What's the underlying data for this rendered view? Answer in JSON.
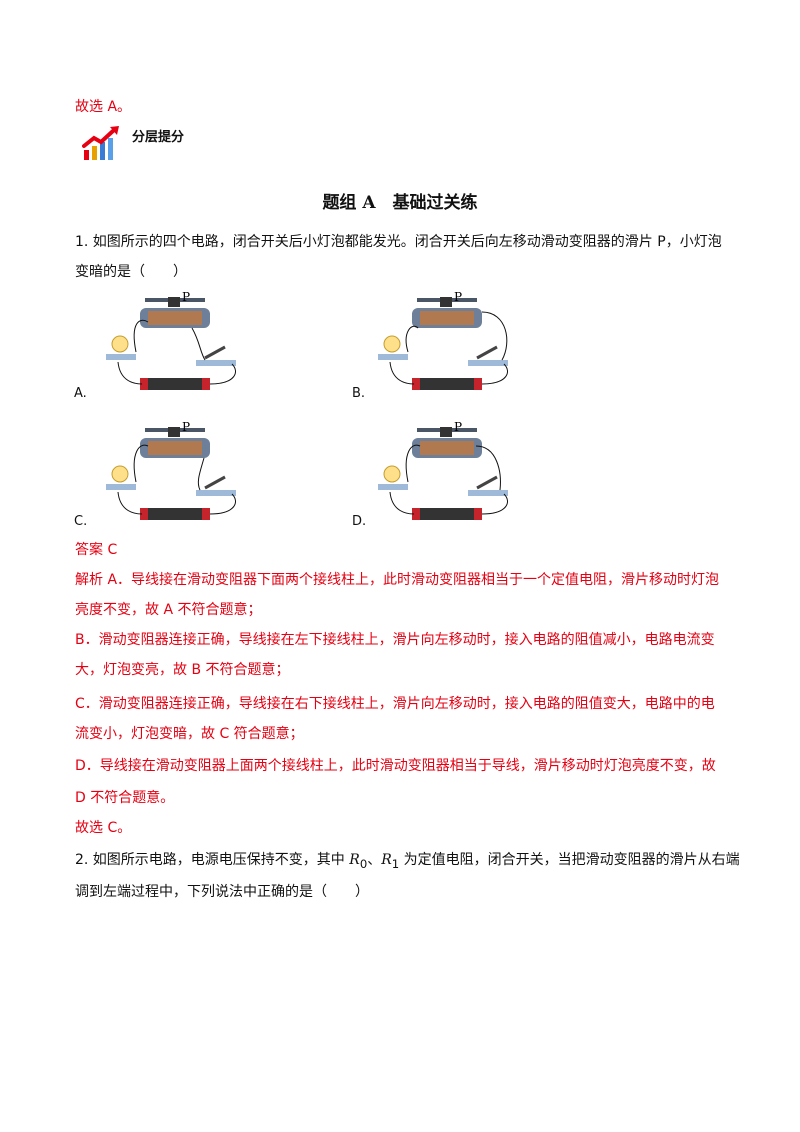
{
  "prev_answer": "故选 A。",
  "section": {
    "label": "分层提分",
    "icon": "growth-chart-icon"
  },
  "group_title": "题组 A　基础过关练",
  "q1": {
    "line1": "1. 如图所示的四个电路，闭合开关后小灯泡都能发光。闭合开关后向左移动滑动变阻器的滑片 P，小灯泡",
    "line2": "变暗的是（　　）",
    "slider_label": "P",
    "options": [
      "A.",
      "B.",
      "C.",
      "D."
    ],
    "answer": "答案  C",
    "analysis": [
      "解析 A．导线接在滑动变阻器下面两个接线柱上，此时滑动变阻器相当于一个定值电阻，滑片移动时灯泡",
      "亮度不变，故 A 不符合题意；",
      "B．滑动变阻器连接正确，导线接在左下接线柱上，滑片向左移动时，接入电路的阻值减小，电路电流变",
      "大，灯泡变亮，故 B 不符合题意；",
      "C．滑动变阻器连接正确，导线接在右下接线柱上，滑片向左移动时，接入电路的阻值变大，电路中的电",
      "流变小，灯泡变暗，故 C 符合题意；",
      "D．导线接在滑动变阻器上面两个接线柱上，此时滑动变阻器相当于导线，滑片移动时灯泡亮度不变，故",
      "D 不符合题意。"
    ],
    "conclusion": "故选 C。"
  },
  "q2": {
    "prefix": "2. 如图所示电路，电源电压保持不变，其中 ",
    "r0": "R",
    "r0_sub": "0",
    "sep": "、",
    "r1": "R",
    "r1_sub": "1",
    "suffix": " 为定值电阻，闭合开关，当把滑动变阻器的滑片从右端",
    "line2": "调到左端过程中，下列说法中正确的是（　　）"
  }
}
